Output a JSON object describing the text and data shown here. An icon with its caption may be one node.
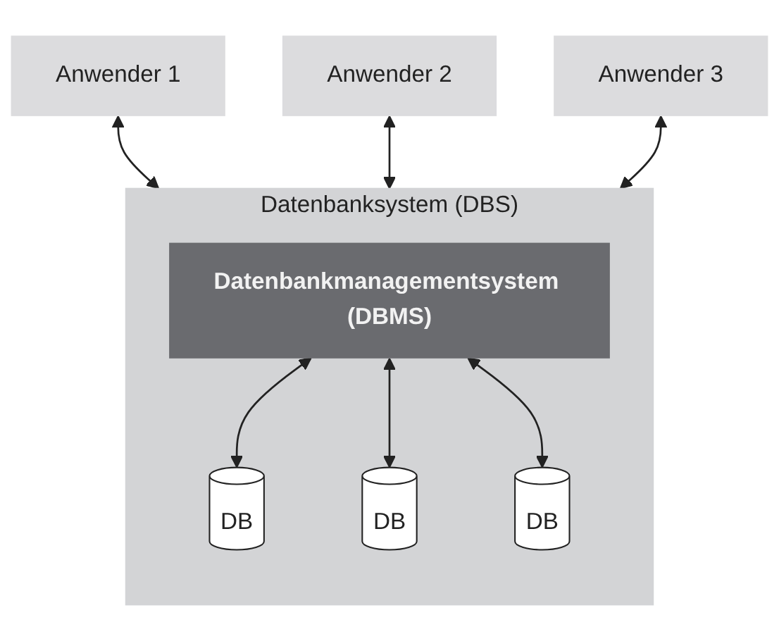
{
  "diagram": {
    "nodes": [
      {
        "text": [
          "Anwender 1"
        ]
      },
      {
        "text": [
          "Anwender 2"
        ]
      },
      {
        "text": [
          "Anwender 3"
        ]
      },
      {
        "text": [
          "Datenbanksystem (DBS)"
        ]
      },
      {
        "text": [
          "Datenbankmanagementsystem (DBMS)"
        ],
        "in": 3
      },
      {
        "text": [
          "DB"
        ],
        "in": 3
      },
      {
        "text": [
          "DB"
        ],
        "in": 3
      },
      {
        "text": [
          "DB"
        ],
        "in": 3
      }
    ],
    "edges": [
      {
        "from": 0,
        "to": 3,
        "arrow": "both"
      },
      {
        "from": 1,
        "to": 3,
        "arrow": "both"
      },
      {
        "from": 2,
        "to": 3,
        "arrow": "both"
      },
      {
        "from": 4,
        "to": 5,
        "arrow": "both"
      },
      {
        "from": 4,
        "to": 6,
        "arrow": "both"
      },
      {
        "from": 4,
        "to": 7,
        "arrow": "both"
      }
    ]
  }
}
